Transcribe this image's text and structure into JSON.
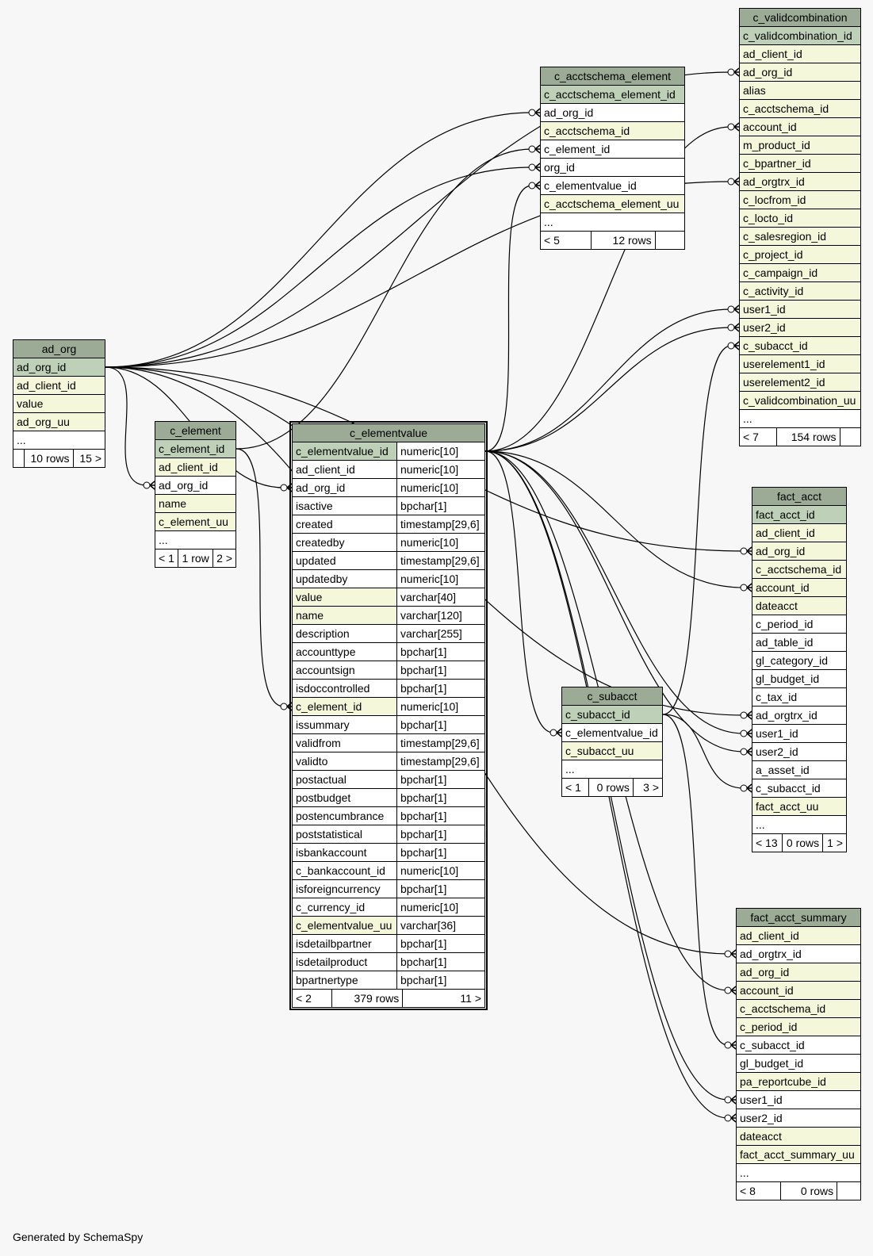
{
  "footer": "Generated by SchemaSpy",
  "tables": [
    {
      "id": "ad_org",
      "title": "ad_org",
      "columns": [
        {
          "name": "ad_org_id",
          "kind": "pk"
        },
        {
          "name": "ad_client_id",
          "kind": "idx"
        },
        {
          "name": "value",
          "kind": "idx"
        },
        {
          "name": "ad_org_uu",
          "kind": "idx"
        },
        {
          "name": "...",
          "kind": "plain"
        }
      ],
      "footer": [
        "",
        "10 rows",
        "15 >"
      ]
    },
    {
      "id": "c_element",
      "title": "c_element",
      "columns": [
        {
          "name": "c_element_id",
          "kind": "pk"
        },
        {
          "name": "ad_client_id",
          "kind": "idx"
        },
        {
          "name": "ad_org_id",
          "kind": "plain"
        },
        {
          "name": "name",
          "kind": "idx"
        },
        {
          "name": "c_element_uu",
          "kind": "idx"
        },
        {
          "name": "...",
          "kind": "plain"
        }
      ],
      "footer": [
        "< 1",
        "1 row",
        "2 >"
      ]
    },
    {
      "id": "c_elementvalue",
      "title": "c_elementvalue",
      "focus": true,
      "columns": [
        {
          "name": "c_elementvalue_id",
          "type": "numeric[10]",
          "kind": "pk"
        },
        {
          "name": "ad_client_id",
          "type": "numeric[10]",
          "kind": "plain"
        },
        {
          "name": "ad_org_id",
          "type": "numeric[10]",
          "kind": "plain"
        },
        {
          "name": "isactive",
          "type": "bpchar[1]",
          "kind": "plain"
        },
        {
          "name": "created",
          "type": "timestamp[29,6]",
          "kind": "plain"
        },
        {
          "name": "createdby",
          "type": "numeric[10]",
          "kind": "plain"
        },
        {
          "name": "updated",
          "type": "timestamp[29,6]",
          "kind": "plain"
        },
        {
          "name": "updatedby",
          "type": "numeric[10]",
          "kind": "plain"
        },
        {
          "name": "value",
          "type": "varchar[40]",
          "kind": "idx"
        },
        {
          "name": "name",
          "type": "varchar[120]",
          "kind": "idx"
        },
        {
          "name": "description",
          "type": "varchar[255]",
          "kind": "plain"
        },
        {
          "name": "accounttype",
          "type": "bpchar[1]",
          "kind": "plain"
        },
        {
          "name": "accountsign",
          "type": "bpchar[1]",
          "kind": "plain"
        },
        {
          "name": "isdoccontrolled",
          "type": "bpchar[1]",
          "kind": "plain"
        },
        {
          "name": "c_element_id",
          "type": "numeric[10]",
          "kind": "idx"
        },
        {
          "name": "issummary",
          "type": "bpchar[1]",
          "kind": "plain"
        },
        {
          "name": "validfrom",
          "type": "timestamp[29,6]",
          "kind": "plain"
        },
        {
          "name": "validto",
          "type": "timestamp[29,6]",
          "kind": "plain"
        },
        {
          "name": "postactual",
          "type": "bpchar[1]",
          "kind": "plain"
        },
        {
          "name": "postbudget",
          "type": "bpchar[1]",
          "kind": "plain"
        },
        {
          "name": "postencumbrance",
          "type": "bpchar[1]",
          "kind": "plain"
        },
        {
          "name": "poststatistical",
          "type": "bpchar[1]",
          "kind": "plain"
        },
        {
          "name": "isbankaccount",
          "type": "bpchar[1]",
          "kind": "plain"
        },
        {
          "name": "c_bankaccount_id",
          "type": "numeric[10]",
          "kind": "plain"
        },
        {
          "name": "isforeigncurrency",
          "type": "bpchar[1]",
          "kind": "plain"
        },
        {
          "name": "c_currency_id",
          "type": "numeric[10]",
          "kind": "plain"
        },
        {
          "name": "c_elementvalue_uu",
          "type": "varchar[36]",
          "kind": "idx"
        },
        {
          "name": "isdetailbpartner",
          "type": "bpchar[1]",
          "kind": "plain"
        },
        {
          "name": "isdetailproduct",
          "type": "bpchar[1]",
          "kind": "plain"
        },
        {
          "name": "bpartnertype",
          "type": "bpchar[1]",
          "kind": "plain"
        }
      ],
      "footer": [
        "< 2",
        "379 rows",
        "11 >"
      ]
    },
    {
      "id": "c_acctschema_element",
      "title": "c_acctschema_element",
      "columns": [
        {
          "name": "c_acctschema_element_id",
          "kind": "pk"
        },
        {
          "name": "ad_org_id",
          "kind": "plain"
        },
        {
          "name": "c_acctschema_id",
          "kind": "idx"
        },
        {
          "name": "c_element_id",
          "kind": "plain"
        },
        {
          "name": "org_id",
          "kind": "plain"
        },
        {
          "name": "c_elementvalue_id",
          "kind": "plain"
        },
        {
          "name": "c_acctschema_element_uu",
          "kind": "idx"
        },
        {
          "name": "...",
          "kind": "plain"
        }
      ],
      "footer": [
        "< 5",
        "12 rows",
        ""
      ]
    },
    {
      "id": "c_subacct",
      "title": "c_subacct",
      "columns": [
        {
          "name": "c_subacct_id",
          "kind": "pk"
        },
        {
          "name": "c_elementvalue_id",
          "kind": "plain"
        },
        {
          "name": "c_subacct_uu",
          "kind": "idx"
        },
        {
          "name": "...",
          "kind": "plain"
        }
      ],
      "footer": [
        "< 1",
        "0 rows",
        "3 >"
      ]
    },
    {
      "id": "c_validcombination",
      "title": "c_validcombination",
      "columns": [
        {
          "name": "c_validcombination_id",
          "kind": "pk"
        },
        {
          "name": "ad_client_id",
          "kind": "idx"
        },
        {
          "name": "ad_org_id",
          "kind": "idx"
        },
        {
          "name": "alias",
          "kind": "idx"
        },
        {
          "name": "c_acctschema_id",
          "kind": "idx"
        },
        {
          "name": "account_id",
          "kind": "idx"
        },
        {
          "name": "m_product_id",
          "kind": "idx"
        },
        {
          "name": "c_bpartner_id",
          "kind": "idx"
        },
        {
          "name": "ad_orgtrx_id",
          "kind": "idx"
        },
        {
          "name": "c_locfrom_id",
          "kind": "idx"
        },
        {
          "name": "c_locto_id",
          "kind": "idx"
        },
        {
          "name": "c_salesregion_id",
          "kind": "idx"
        },
        {
          "name": "c_project_id",
          "kind": "idx"
        },
        {
          "name": "c_campaign_id",
          "kind": "idx"
        },
        {
          "name": "c_activity_id",
          "kind": "idx"
        },
        {
          "name": "user1_id",
          "kind": "idx"
        },
        {
          "name": "user2_id",
          "kind": "idx"
        },
        {
          "name": "c_subacct_id",
          "kind": "idx"
        },
        {
          "name": "userelement1_id",
          "kind": "idx"
        },
        {
          "name": "userelement2_id",
          "kind": "idx"
        },
        {
          "name": "c_validcombination_uu",
          "kind": "idx"
        },
        {
          "name": "...",
          "kind": "plain"
        }
      ],
      "footer": [
        "< 7",
        "154 rows",
        ""
      ]
    },
    {
      "id": "fact_acct",
      "title": "fact_acct",
      "columns": [
        {
          "name": "fact_acct_id",
          "kind": "pk"
        },
        {
          "name": "ad_client_id",
          "kind": "idx"
        },
        {
          "name": "ad_org_id",
          "kind": "idx"
        },
        {
          "name": "c_acctschema_id",
          "kind": "idx"
        },
        {
          "name": "account_id",
          "kind": "idx"
        },
        {
          "name": "dateacct",
          "kind": "idx"
        },
        {
          "name": "c_period_id",
          "kind": "plain"
        },
        {
          "name": "ad_table_id",
          "kind": "plain"
        },
        {
          "name": "gl_category_id",
          "kind": "plain"
        },
        {
          "name": "gl_budget_id",
          "kind": "plain"
        },
        {
          "name": "c_tax_id",
          "kind": "plain"
        },
        {
          "name": "ad_orgtrx_id",
          "kind": "plain"
        },
        {
          "name": "user1_id",
          "kind": "plain"
        },
        {
          "name": "user2_id",
          "kind": "plain"
        },
        {
          "name": "a_asset_id",
          "kind": "plain"
        },
        {
          "name": "c_subacct_id",
          "kind": "plain"
        },
        {
          "name": "fact_acct_uu",
          "kind": "idx"
        },
        {
          "name": "...",
          "kind": "plain"
        }
      ],
      "footer": [
        "< 13",
        "0 rows",
        "1 >"
      ]
    },
    {
      "id": "fact_acct_summary",
      "title": "fact_acct_summary",
      "columns": [
        {
          "name": "ad_client_id",
          "kind": "idx"
        },
        {
          "name": "ad_orgtrx_id",
          "kind": "plain"
        },
        {
          "name": "ad_org_id",
          "kind": "idx"
        },
        {
          "name": "account_id",
          "kind": "idx"
        },
        {
          "name": "c_acctschema_id",
          "kind": "idx"
        },
        {
          "name": "c_period_id",
          "kind": "idx"
        },
        {
          "name": "c_subacct_id",
          "kind": "plain"
        },
        {
          "name": "gl_budget_id",
          "kind": "plain"
        },
        {
          "name": "pa_reportcube_id",
          "kind": "idx"
        },
        {
          "name": "user1_id",
          "kind": "plain"
        },
        {
          "name": "user2_id",
          "kind": "plain"
        },
        {
          "name": "dateacct",
          "kind": "idx"
        },
        {
          "name": "fact_acct_summary_uu",
          "kind": "idx"
        },
        {
          "name": "...",
          "kind": "plain"
        }
      ],
      "footer": [
        "< 8",
        "0 rows",
        ""
      ]
    }
  ],
  "relationships": [
    {
      "from": "ad_org.ad_org_id",
      "to": "c_element.ad_org_id"
    },
    {
      "from": "ad_org.ad_org_id",
      "to": "c_elementvalue.ad_org_id"
    },
    {
      "from": "ad_org.ad_org_id",
      "to": "c_acctschema_element.ad_org_id"
    },
    {
      "from": "ad_org.ad_org_id",
      "to": "c_acctschema_element.org_id"
    },
    {
      "from": "ad_org.ad_org_id",
      "to": "c_validcombination.ad_org_id"
    },
    {
      "from": "ad_org.ad_org_id",
      "to": "c_validcombination.ad_orgtrx_id"
    },
    {
      "from": "ad_org.ad_org_id",
      "to": "fact_acct.ad_org_id"
    },
    {
      "from": "ad_org.ad_org_id",
      "to": "fact_acct.ad_orgtrx_id"
    },
    {
      "from": "ad_org.ad_org_id",
      "to": "fact_acct_summary.ad_orgtrx_id"
    },
    {
      "from": "c_element.c_element_id",
      "to": "c_elementvalue.c_element_id"
    },
    {
      "from": "c_element.c_element_id",
      "to": "c_acctschema_element.c_element_id"
    },
    {
      "from": "c_elementvalue.c_elementvalue_id",
      "to": "c_acctschema_element.c_elementvalue_id"
    },
    {
      "from": "c_elementvalue.c_elementvalue_id",
      "to": "c_subacct.c_elementvalue_id"
    },
    {
      "from": "c_elementvalue.c_elementvalue_id",
      "to": "c_validcombination.account_id"
    },
    {
      "from": "c_elementvalue.c_elementvalue_id",
      "to": "c_validcombination.user1_id"
    },
    {
      "from": "c_elementvalue.c_elementvalue_id",
      "to": "c_validcombination.user2_id"
    },
    {
      "from": "c_elementvalue.c_elementvalue_id",
      "to": "fact_acct.account_id"
    },
    {
      "from": "c_elementvalue.c_elementvalue_id",
      "to": "fact_acct.user1_id"
    },
    {
      "from": "c_elementvalue.c_elementvalue_id",
      "to": "fact_acct.user2_id"
    },
    {
      "from": "c_elementvalue.c_elementvalue_id",
      "to": "fact_acct_summary.account_id"
    },
    {
      "from": "c_elementvalue.c_elementvalue_id",
      "to": "fact_acct_summary.user1_id"
    },
    {
      "from": "c_elementvalue.c_elementvalue_id",
      "to": "fact_acct_summary.user2_id"
    },
    {
      "from": "c_subacct.c_subacct_id",
      "to": "c_validcombination.c_subacct_id"
    },
    {
      "from": "c_subacct.c_subacct_id",
      "to": "fact_acct.c_subacct_id"
    },
    {
      "from": "c_subacct.c_subacct_id",
      "to": "fact_acct_summary.c_subacct_id"
    }
  ]
}
